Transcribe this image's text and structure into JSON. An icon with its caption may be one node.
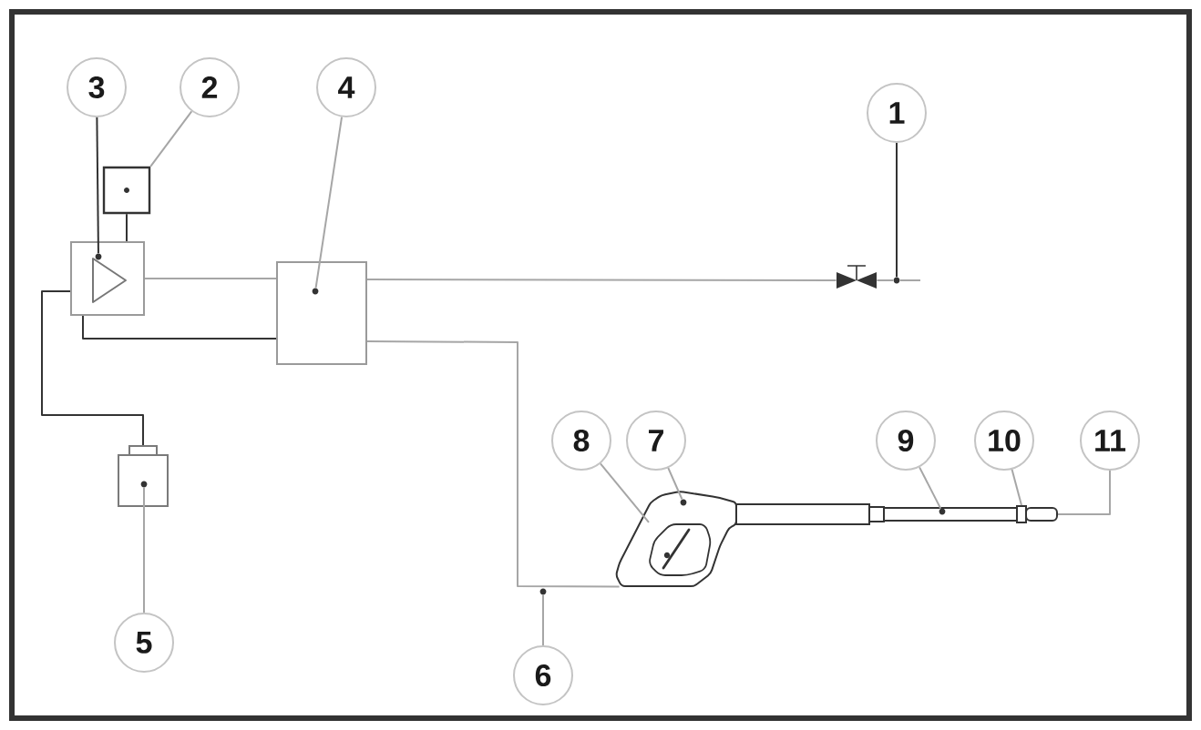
{
  "diagram": {
    "nodes": [
      {
        "text": [
          "3"
        ]
      },
      {
        "text": [
          "2"
        ]
      },
      {
        "text": [
          "4"
        ]
      },
      {
        "text": [
          "1"
        ]
      },
      {
        "text": [
          "8"
        ]
      },
      {
        "text": [
          "7"
        ]
      },
      {
        "text": [
          "9"
        ]
      },
      {
        "text": [
          "10"
        ]
      },
      {
        "text": [
          "11"
        ]
      },
      {
        "text": [
          "5"
        ]
      },
      {
        "text": [
          "6"
        ]
      },
      {
        "text": [],
        "shape": "box"
      },
      {
        "text": [],
        "shape": "box"
      },
      {
        "text": [],
        "shape": "box"
      },
      {
        "text": [],
        "shape": "valve"
      },
      {
        "text": [],
        "shape": "box"
      },
      {
        "text": [],
        "shape": "picture"
      },
      {
        "text": [],
        "shape": "bar"
      },
      {
        "text": [],
        "shape": "bar"
      },
      {
        "text": [],
        "shape": "bar"
      },
      {
        "text": [],
        "shape": "dot",
        "in": 12
      },
      {
        "text": [],
        "shape": "dot",
        "in": 15
      },
      {
        "text": [],
        "shape": "dot",
        "in": 13
      },
      {
        "text": [],
        "shape": "dot"
      },
      {
        "text": [],
        "shape": "dot",
        "in": 16
      },
      {
        "text": [],
        "shape": "dot"
      },
      {
        "text": [],
        "shape": "dot",
        "in": 17
      }
    ],
    "edges": [
      {
        "from": 0,
        "to": 20,
        "arrow": "none",
        "color": "#333333"
      },
      {
        "from": 1,
        "to": 11,
        "arrow": "none"
      },
      {
        "from": 2,
        "to": 22,
        "arrow": "none"
      },
      {
        "from": 3,
        "to": 25,
        "arrow": "none",
        "color": "#333333"
      },
      {
        "from": 4,
        "to": 16,
        "arrow": "none"
      },
      {
        "from": 5,
        "to": 24,
        "arrow": "none"
      },
      {
        "from": 6,
        "to": 26,
        "arrow": "none"
      },
      {
        "from": 7,
        "to": 18,
        "arrow": "none"
      },
      {
        "from": 8,
        "to": 19,
        "arrow": "none"
      },
      {
        "from": 9,
        "to": 21,
        "arrow": "none"
      },
      {
        "from": 10,
        "to": 23,
        "arrow": "none"
      },
      {
        "from": 11,
        "to": 12,
        "arrow": "none",
        "color": "#333333"
      },
      {
        "from": 12,
        "to": 13,
        "arrow": "none"
      },
      {
        "from": 12,
        "to": 13,
        "arrow": "none",
        "color": "#333333"
      },
      {
        "from": 13,
        "to": 14,
        "arrow": "none"
      },
      {
        "from": 14,
        "to": 25,
        "arrow": "none"
      },
      {
        "from": 13,
        "to": 16,
        "arrow": "none"
      },
      {
        "from": 12,
        "to": 15,
        "arrow": "none",
        "color": "#333333"
      },
      {
        "from": 25,
        "to": null,
        "arrow": "none"
      }
    ]
  }
}
